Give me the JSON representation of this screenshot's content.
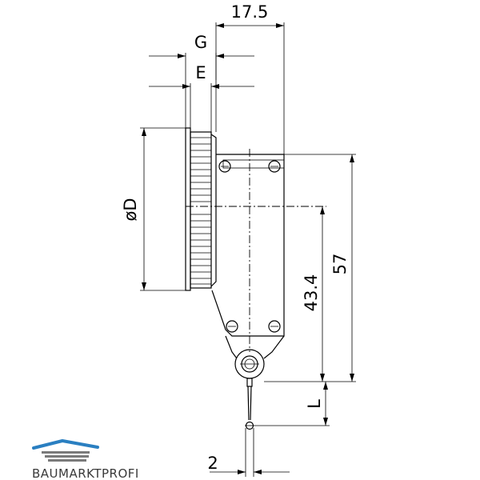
{
  "dimensions": {
    "width_17_5": "17.5",
    "g": "G",
    "e": "E",
    "diameter": "øD",
    "height_57": "57",
    "height_43_4": "43.4",
    "l": "L",
    "tip_2": "2"
  },
  "logo": {
    "text": "BAUMARKTPROFI",
    "colors": {
      "roof": "#2a7fc1",
      "bars": "#7a7a7a"
    }
  }
}
